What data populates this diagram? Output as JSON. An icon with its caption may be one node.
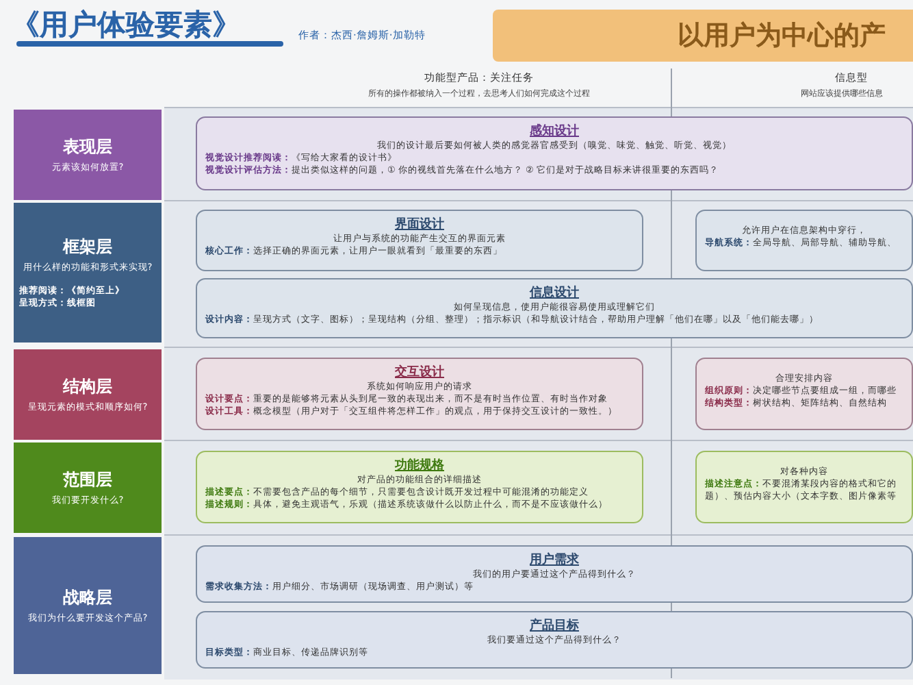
{
  "diagram": {
    "title": "《用户体验要素》",
    "nodes": [
      {
        "text": [
          "以用户为中心的产"
        ]
      },
      {
        "text": [
          "表现层",
          "元素该如何放置?"
        ]
      },
      {
        "text": [
          "感知设计",
          "我们的设计最后要如何被人类的感觉器官感受到（嗅觉、味觉、触觉、听觉、视觉）",
          "**视觉设计推荐阅读：**《写给大家看的设计书》",
          "**视觉设计评估方法：**提出类似这样的问题，① 你的视线首先落在什么地方？ ② 它们是对于战略目标来讲很重要的东西吗？"
        ]
      },
      {
        "text": [
          "框架层",
          "用什么样的功能和形式来实现?",
          "推荐阅读：《简约至上》",
          "呈现方式：线框图"
        ]
      },
      {
        "text": [
          "界面设计",
          "让用户与系统的功能产生交互的界面元素",
          "**核心工作：**选择正确的界面元素，让用户一眼就看到「最重要的东西」"
        ]
      },
      {
        "text": [
          "允许用户在信息架构中穿行，",
          "**导航系统：**全局导航、局部导航、辅助导航、"
        ]
      },
      {
        "text": [
          "信息设计",
          "如何呈现信息，使用户能很容易使用或理解它们",
          "**设计内容：**呈现方式（文字、图标）；呈现结构（分组、整理）；指示标识（和导航设计结合，帮助用户理解「他们在哪」以及「他们能去哪」）"
        ]
      },
      {
        "text": [
          "结构层",
          "呈现元素的模式和顺序如何?"
        ]
      },
      {
        "text": [
          "交互设计",
          "系统如何响应用户的请求",
          "**设计要点：**重要的是能够将元素从头到尾一致的表现出来，而不是有时当作位置、有时当作对象",
          "**设计工具：**概念模型（用户对于「交互组件将怎样工作」的观点，用于保持交互设计的一致性。）"
        ]
      },
      {
        "text": [
          "合理安排内容",
          "**组织原则：**决定哪些节点要组成一组，而哪些",
          "**结构类型：**树状结构、矩阵结构、自然结构"
        ]
      },
      {
        "text": [
          "范围层",
          "我们要开发什么?"
        ]
      },
      {
        "text": [
          "功能规格",
          "对产品的功能组合的详细描述",
          "**描述要点：**不需要包含产品的每个细节，只需要包含设计既开发过程中可能混淆的功能定义",
          "**描述规则：**具体，避免主观语气，乐观（描述系统该做什么以防止什么，而不是不应该做什么）"
        ]
      },
      {
        "text": [
          "对各种内容",
          "**描述注意点：**不要混淆某段内容的格式和它的",
          "题）、预估内容大小（文本字数、图片像素等"
        ]
      },
      {
        "text": [
          "战略层",
          "我们为什么要开发这个产品?"
        ]
      },
      {
        "text": [
          "用户需求",
          "我们的用户要通过这个产品得到什么？",
          "**需求收集方法：**用户细分、市场调研（现场调查、用户测试）等"
        ]
      },
      {
        "text": [
          "产品目标",
          "我们要通过这个产品得到什么？",
          "**目标类型：**商业目标、传递品牌识别等"
        ]
      }
    ],
    "edges": [],
    "labels": [
      "作者：杰西·詹姆斯·加勒特",
      "功能型产品：关注任务",
      "所有的操作都被纳入一个过程，去思考人们如何完成这个过程",
      "信息型",
      "网站应该提供哪些信息"
    ]
  }
}
